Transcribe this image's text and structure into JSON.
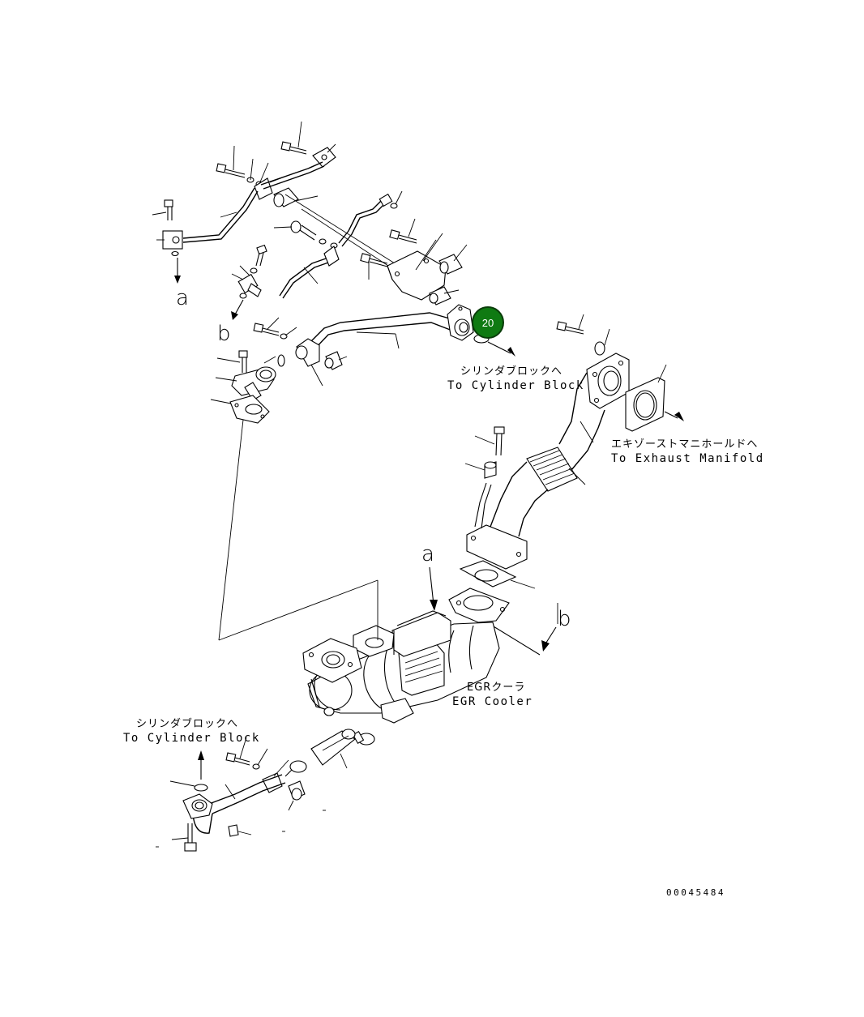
{
  "callout": {
    "number": "20",
    "color": "#0f7a12",
    "stroke": "#0a3d0a"
  },
  "labels": {
    "to_cylinder_block_top_jp": "シリンダブロックへ",
    "to_cylinder_block_top_en": "To Cylinder Block",
    "to_exhaust_manifold_jp": "エキゾーストマニホールドへ",
    "to_exhaust_manifold_en": "To Exhaust Manifold",
    "egr_cooler_jp": "EGRクーラ",
    "egr_cooler_en": "EGR Cooler",
    "to_cylinder_block_bottom_jp": "シリンダブロックへ",
    "to_cylinder_block_bottom_en": "To Cylinder Block"
  },
  "reference_letters": {
    "a_top": "a",
    "b_top": "b",
    "a_mid": "a",
    "b_mid": "b"
  },
  "drawing_code": "00045484"
}
